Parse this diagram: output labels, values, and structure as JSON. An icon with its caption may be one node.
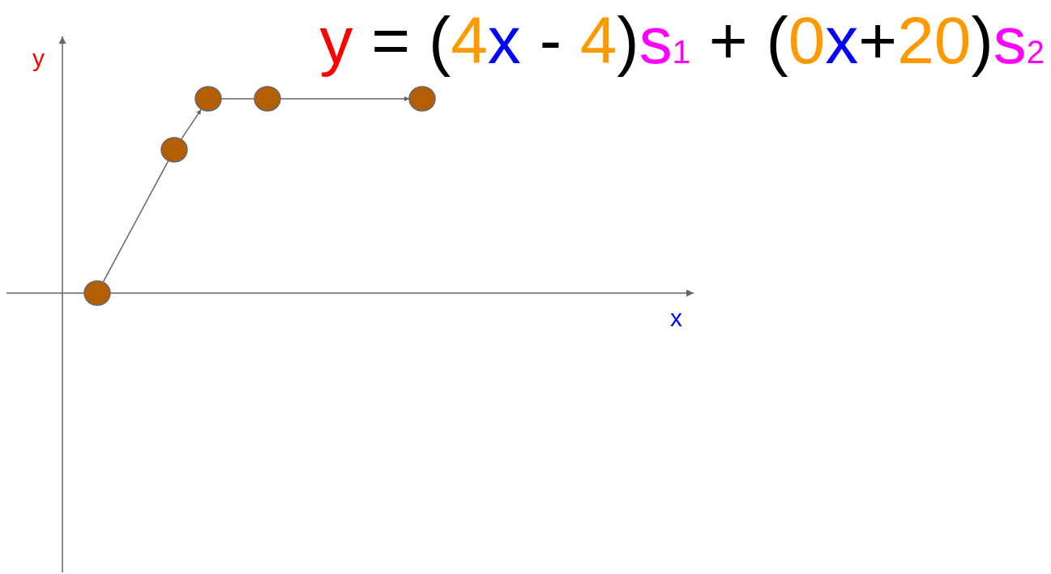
{
  "diagram": {
    "title": "y = (4x - 4)s$_{1}$ + (0x+20)s$_{2}$",
    "nodes": [
      {
        "text": [],
        "shape": "circle"
      },
      {
        "text": [],
        "shape": "circle"
      },
      {
        "text": [],
        "shape": "circle"
      },
      {
        "text": [],
        "shape": "circle"
      },
      {
        "text": [],
        "shape": "circle"
      }
    ],
    "edges": [
      {
        "from": 0,
        "to": 1,
        "arrow": "none"
      },
      {
        "from": 1,
        "to": 2,
        "arrow": "to"
      },
      {
        "from": 2,
        "to": 3,
        "arrow": "none"
      },
      {
        "from": 3,
        "to": 4,
        "arrow": "to"
      }
    ],
    "labels": [
      "y",
      "x"
    ]
  }
}
